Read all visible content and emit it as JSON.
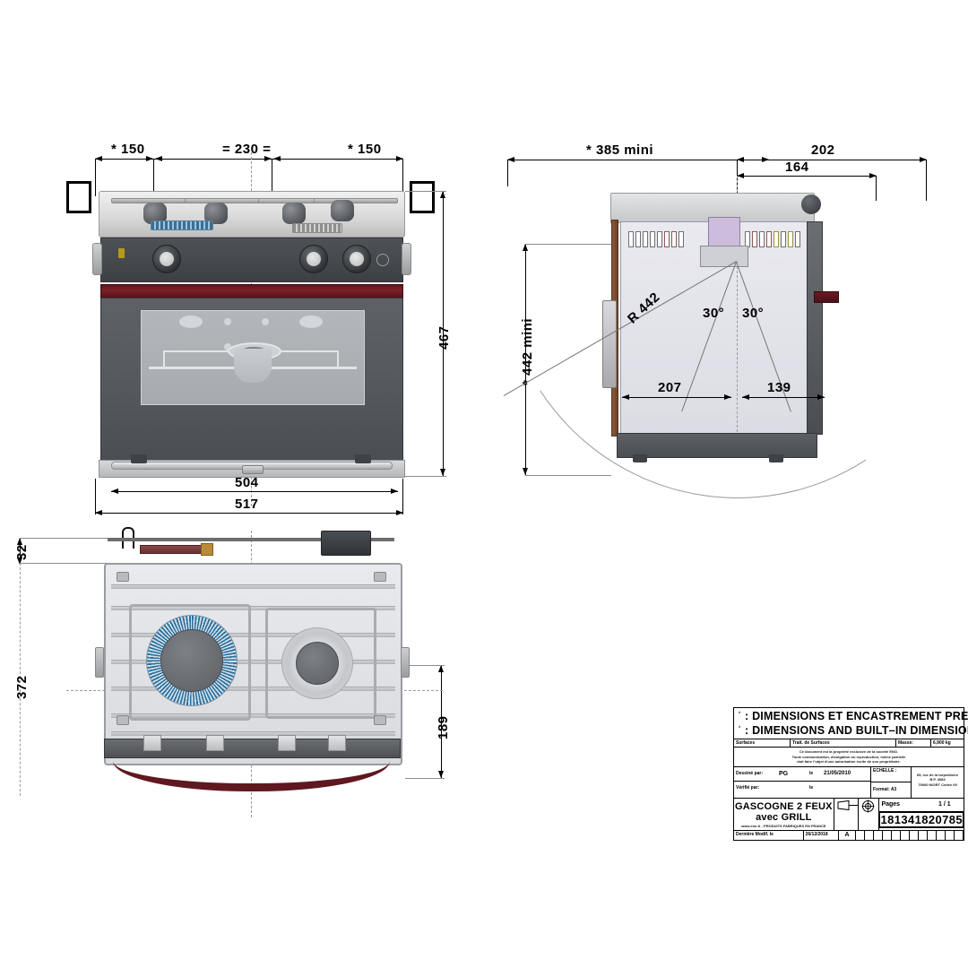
{
  "drawing": {
    "product_name": "GASCOGNE 2 FEUX avec GRILL",
    "drawing_number": "181341820785",
    "page_label": "Pages",
    "page_value": "1 / 1"
  },
  "notes": {
    "line_fr": "ˈ : DIMENSIONS ET ENCASTREMENT PRECONISE",
    "line_en": "ˈ : DIMENSIONS AND BUILT–IN DIMENSIONS RECOMMENDED"
  },
  "front_view": {
    "dim_left_150": "* 150",
    "dim_center_230": "= 230 =",
    "dim_right_150": "* 150",
    "dim_height_467": "467",
    "dim_width_504": "504",
    "dim_width_517": "517"
  },
  "side_view": {
    "dim_depth_385": "* 385 mini",
    "dim_202": "202",
    "dim_164": "164",
    "dim_height_442": "* 442 mini",
    "dim_radius": "R 442",
    "angle_left": "30°",
    "angle_right": "30°",
    "dim_207": "207",
    "dim_139": "139"
  },
  "plan_view": {
    "dim_32": "32",
    "dim_372": "372",
    "dim_189": "189"
  },
  "title_block": {
    "surfaces_label": "Surfaces",
    "treatment_label": "Trait. de Surfaces",
    "mass_label": "Masse:",
    "mass_value": "6,900 kg",
    "legal_text_1": "Ce document est la propriété exclusive de la société ENO.",
    "legal_text_2": "Toute communication, divulgation ou reproduction, même partielle",
    "legal_text_3": "doit faire l'objet d'une autorisation écrite de son propriétaire.",
    "dessine_label": "Dessiné par:",
    "dessine_value": "PG",
    "dessine_date_label": "le",
    "dessine_date": "21/05/2010",
    "verifie_label": "Vérifié par:",
    "verifie_value": "",
    "verifie_date_label": "le",
    "echelle_label": "ECHELLE :",
    "format_label": "Format: A3",
    "address_1": "65, rue de la torpedinère",
    "address_2": "B.P. 4083",
    "address_3": "79000 NIORT Cedex 09",
    "footer_site": "www.eno.fr  -  PRODUITS FABRIQUES EN FRANCE",
    "last_mod_label": "Dernière Modif. le",
    "last_mod_date": "26/12/2018",
    "revision": "A"
  },
  "colors": {
    "red_trim": "#6e1a22",
    "dark_panel": "#46494d",
    "burner_blue": "#2e6f99",
    "body_grey": "#d9dade"
  }
}
